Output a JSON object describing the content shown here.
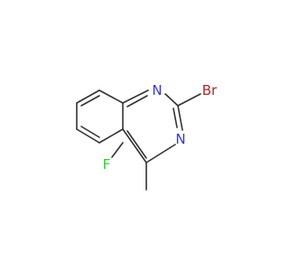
{
  "molecule": {
    "atoms": {
      "n1": {
        "symbol": "N",
        "color": "#3333ff"
      },
      "n3": {
        "symbol": "N",
        "color": "#3333ff"
      },
      "br": {
        "symbol": "Br",
        "color": "#a52a2a"
      },
      "f": {
        "symbol": "F",
        "color": "#33cc33"
      }
    },
    "bond_color": "#333333"
  }
}
